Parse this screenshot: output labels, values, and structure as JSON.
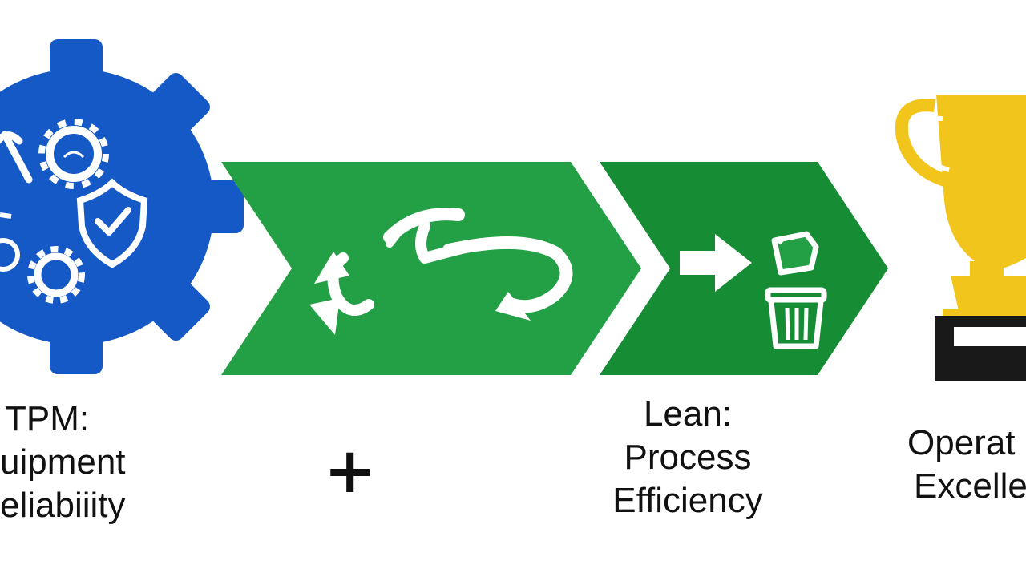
{
  "tpm": {
    "title": "TPM:",
    "line1": "uipment",
    "line2": "eliabiiity"
  },
  "operator": {
    "symbol": "+"
  },
  "lean": {
    "title": "Lean:",
    "line1": "Process",
    "line2": "Efficiency"
  },
  "excellence": {
    "line1": "Operat",
    "line2": "Excelle"
  },
  "icons": {
    "gear": "gear-icon",
    "wrench": "wrench-icon",
    "small_gears": "gear-icon",
    "shield": "shield-check-icon",
    "flow_arrows": "flow-arrows-icon",
    "arrow": "arrow-right-icon",
    "trash": "trash-can-icon",
    "trophy": "trophy-icon"
  },
  "colors": {
    "gear_blue": "#1559C6",
    "chevron_green": "#23A046",
    "chevron_dark_green": "#168D35",
    "trophy_gold": "#F2C51C",
    "trophy_base": "#191919"
  }
}
